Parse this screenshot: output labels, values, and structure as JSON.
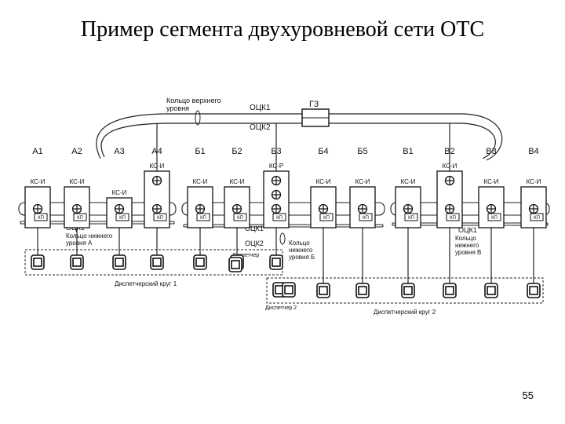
{
  "slide": {
    "title": "Пример сегмента двухуровневой сети ОТС",
    "page_number": "55"
  },
  "upper_ring": {
    "label": [
      "Кольцо верхнего",
      "уровня"
    ],
    "cable_1": "ОЦК1",
    "cable_2": "ОЦК2",
    "node": "Г3"
  },
  "stations": [
    {
      "name": "А1",
      "type": "КС-И",
      "ring": "A",
      "upper": false
    },
    {
      "name": "А2",
      "type": "КС-И",
      "ring": "A",
      "upper": false
    },
    {
      "name": "А3",
      "type": "КС-И",
      "ring": "A",
      "upper": false
    },
    {
      "name": "А4",
      "type": "КС-И",
      "ring": "A",
      "upper": true
    },
    {
      "name": "Б1",
      "type": "КС-И",
      "ring": "B",
      "upper": false
    },
    {
      "name": "Б2",
      "type": "КС-И",
      "ring": "B",
      "upper": false
    },
    {
      "name": "Б3",
      "type": "КС-Р",
      "ring": "B",
      "upper": true
    },
    {
      "name": "Б4",
      "type": "КС-И",
      "ring": "B",
      "upper": false
    },
    {
      "name": "Б5",
      "type": "КС-И",
      "ring": "B",
      "upper": false
    },
    {
      "name": "В1",
      "type": "КС-И",
      "ring": "C",
      "upper": false
    },
    {
      "name": "В2",
      "type": "КС-И",
      "ring": "C",
      "upper": true
    },
    {
      "name": "В3",
      "type": "КС-И",
      "ring": "C",
      "upper": false
    },
    {
      "name": "В4",
      "type": "КС-И",
      "ring": "C",
      "upper": false
    }
  ],
  "kp_label": "КП",
  "lower_rings": [
    {
      "id": "A",
      "cable": "ОЦК1",
      "label": [
        "Кольцо нижнего",
        "уровня А"
      ]
    },
    {
      "id": "B",
      "cable_1": "ОЦК1",
      "cable_2": "ОЦК2",
      "label": [
        "Кольцо",
        "нижнего",
        "уровня Б"
      ]
    },
    {
      "id": "C",
      "cable": "ОЦК1",
      "label": [
        "Кольцо",
        "нижнего",
        "уровня В"
      ]
    }
  ],
  "dispatch": {
    "circle_1": "Диспетчерский круг 1",
    "circle_2": "Диспетчерский круг 2",
    "dispatcher": "Диспетчер",
    "dispatcher_2": "Диспетчер 2"
  }
}
